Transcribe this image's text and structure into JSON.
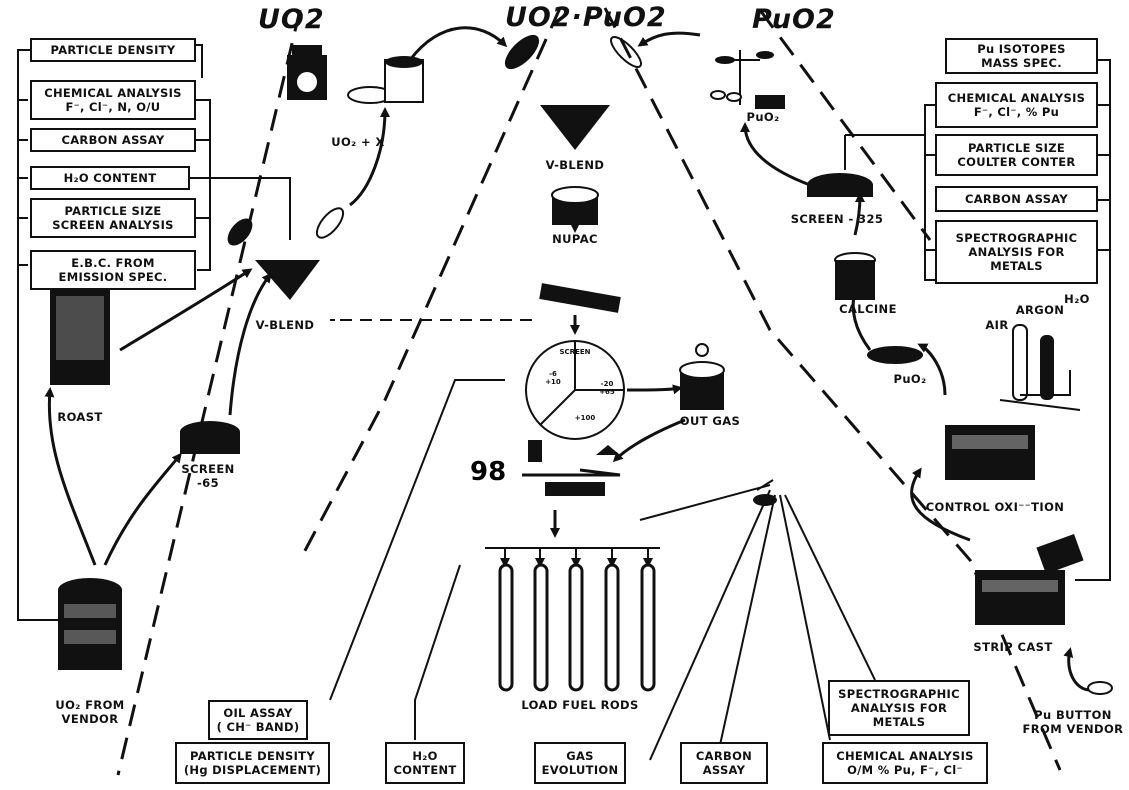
{
  "headers": {
    "uo2": "UO2",
    "uo2_puo2": "UO2·PuO2",
    "puo2": "PuO2"
  },
  "left_analysis_boxes": [
    "PARTICLE DENSITY",
    "CHEMICAL ANALYSIS\nF⁻, Cl⁻, N, O/U",
    "CARBON ASSAY",
    "H₂O CONTENT",
    "PARTICLE SIZE\nSCREEN ANALYSIS",
    "E.B.C. FROM\nEMISSION SPEC."
  ],
  "right_analysis_boxes": [
    "Pu ISOTOPES\nMASS SPEC.",
    "CHEMICAL ANALYSIS\nF⁻, Cl⁻, % Pu",
    "PARTICLE SIZE\nCOULTER CONTER",
    "CARBON ASSAY",
    "SPECTROGRAPHIC\nANALYSIS FOR\nMETALS"
  ],
  "bottom_boxes": {
    "oil_assay": "OIL ASSAY\n( CH⁻ BAND)",
    "particle_density": "PARTICLE DENSITY\n(Hg DISPLACEMENT)",
    "h2o_content": "H₂O\nCONTENT",
    "gas_evolution": "GAS\nEVOLUTION",
    "carbon_assay": "CARBON\nASSAY",
    "spectrographic": "SPECTROGRAPHIC\nANALYSIS FOR\nMETALS",
    "chemical_analysis": "CHEMICAL ANALYSIS\nO/M % Pu, F⁻, Cl⁻"
  },
  "process_labels": {
    "uo2_x": "UO₂ + X",
    "v_blend_left": "V-BLEND",
    "roast": "ROAST",
    "screen_65": "SCREEN\n-65",
    "uo2_vendor": "UO₂ FROM\nVENDOR",
    "v_blend_center": "V-BLEND",
    "nupac": "NUPAC",
    "out_gas": "OUT GAS",
    "load_fuel_rods": "LOAD FUEL RODS",
    "puo2_top": "PuO₂",
    "screen_325": "SCREEN - 325",
    "calcine": "CALCINE",
    "puo2_mid": "PuO₂",
    "argon": "ARGON",
    "air": "AIR",
    "h2o": "H₂O",
    "control_oxidation": "CONTROL OXI⁻⁻TION",
    "strip_cast": "STRIP CAST",
    "pu_button": "Pu BUTTON\nFROM VENDOR"
  },
  "screen_wheel": {
    "title": "SCREEN",
    "s1": "-6\n+10",
    "s2": "-20\n+65",
    "s3": "+100"
  },
  "colors": {
    "ink": "#111111",
    "paper": "#ffffff"
  }
}
